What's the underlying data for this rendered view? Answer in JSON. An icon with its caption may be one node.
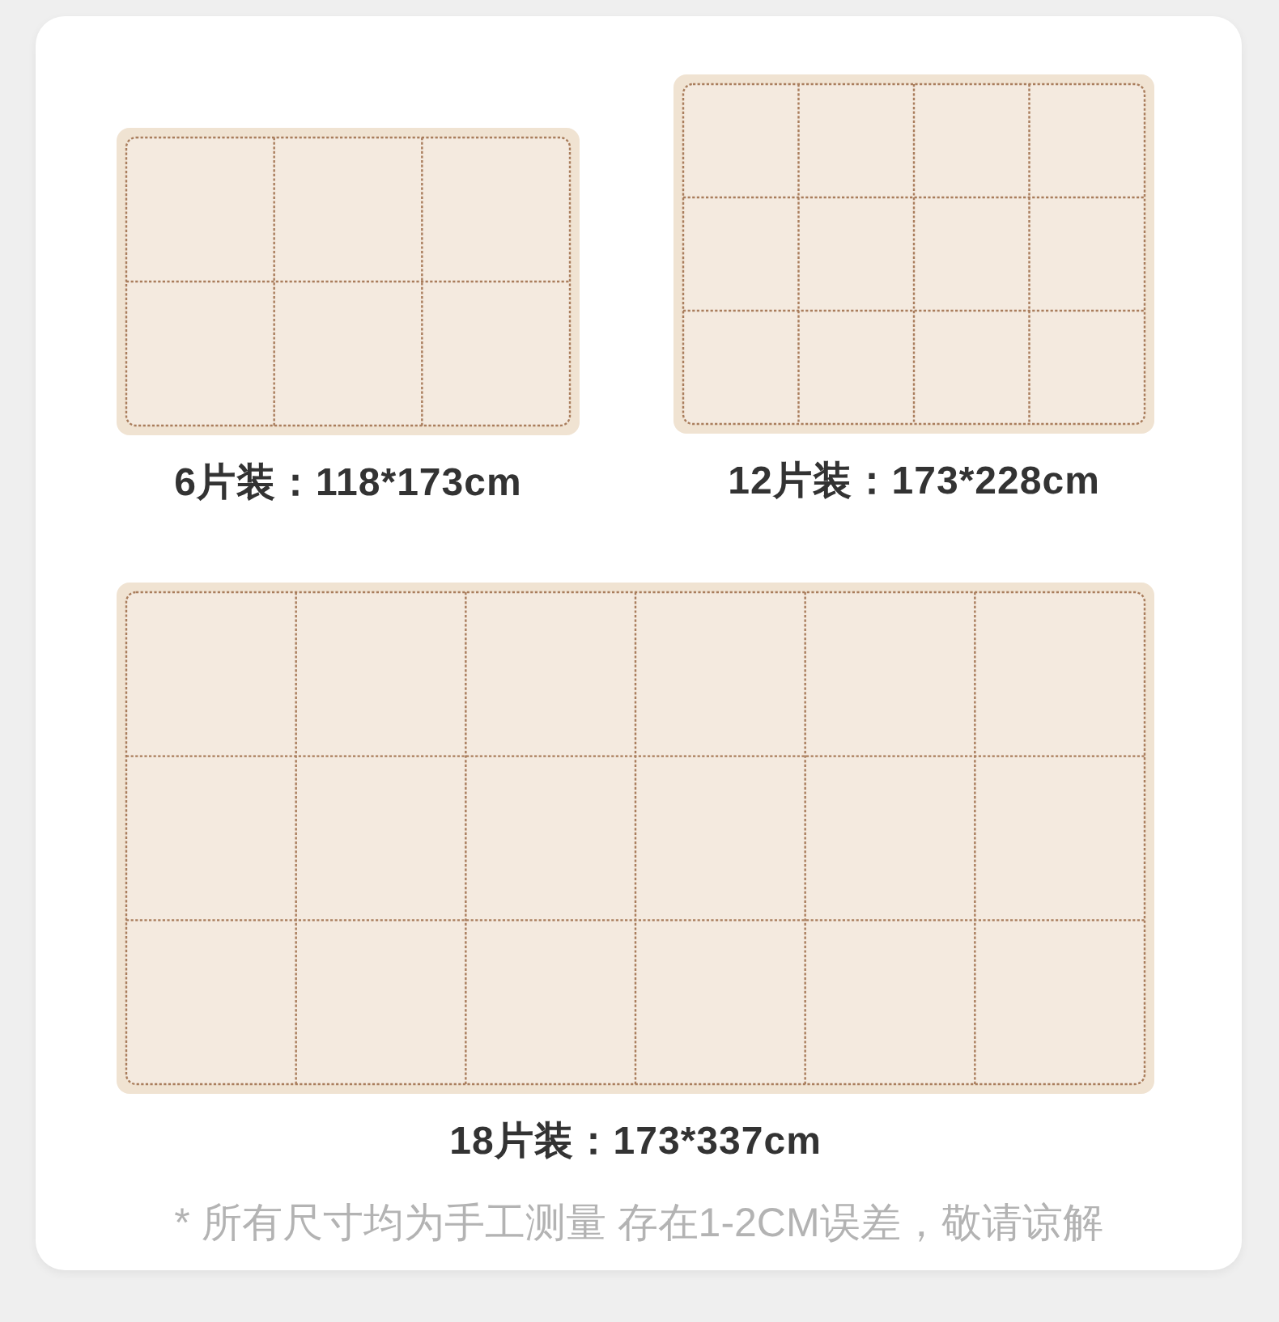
{
  "diagram": {
    "nodes": [
      {
        "text": [],
        "shape": "box",
        "beside": [
          "6片装：118*173cm"
        ]
      },
      {
        "text": [],
        "shape": "box",
        "beside": [
          "12片装：173*228cm"
        ]
      },
      {
        "text": [],
        "shape": "box",
        "beside": [
          "18片装：173*337cm"
        ]
      }
    ],
    "labels": [
      "* 所有尺寸均为手工测量 存在1-2CM误差，敬请谅解"
    ]
  }
}
